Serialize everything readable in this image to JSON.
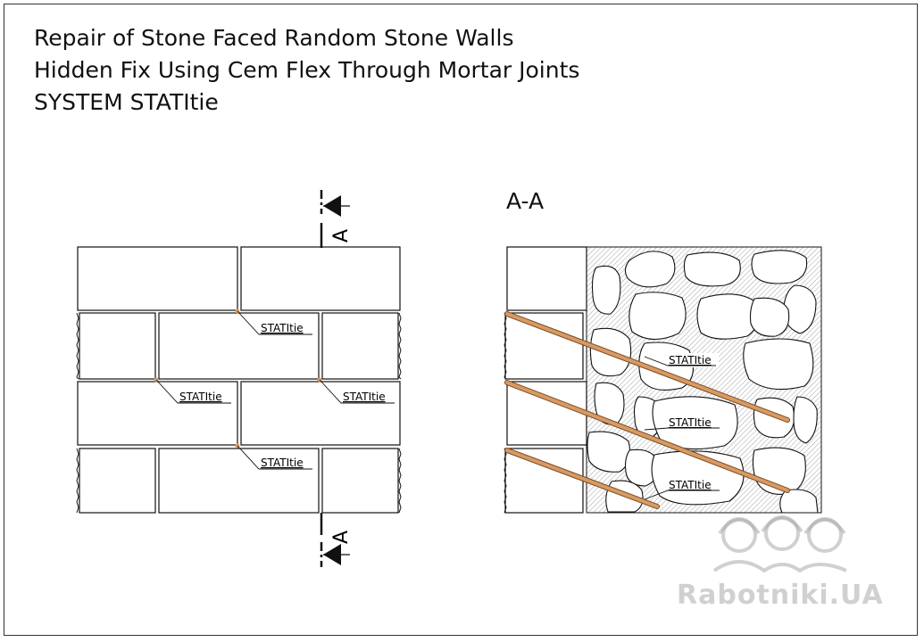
{
  "title": {
    "line1": "Repair of Stone Faced Random Stone Walls",
    "line2": "Hidden Fix Using Cem Flex Through Mortar Joints",
    "line3": "SYSTEM STATItie"
  },
  "section_label": "A-A",
  "cut_label": "A",
  "tie_label": "STATItie",
  "watermark": "Rabotniki.UA",
  "colors": {
    "line": "#111111",
    "tie": "#d89a63",
    "hatch": "#8a8a8a",
    "watermark": "#aaaaaa"
  }
}
